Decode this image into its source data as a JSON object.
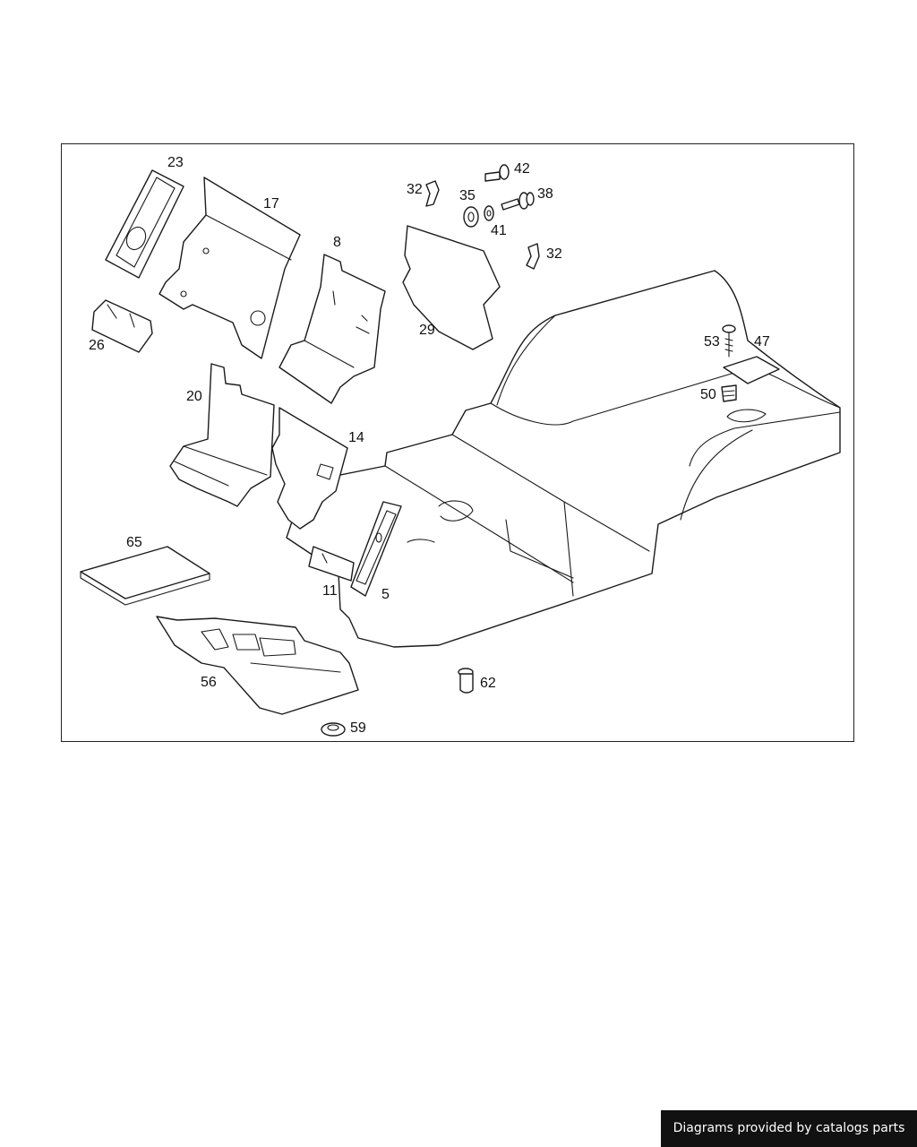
{
  "diagram": {
    "callouts": {
      "c5": "5",
      "c8": "8",
      "c11": "11",
      "c14": "14",
      "c17": "17",
      "c20": "20",
      "c23": "23",
      "c26": "26",
      "c29": "29",
      "c32a": "32",
      "c32b": "32",
      "c35": "35",
      "c38": "38",
      "c41": "41",
      "c42": "42",
      "c47": "47",
      "c50": "50",
      "c53": "53",
      "c56": "56",
      "c59": "59",
      "c62": "62",
      "c65": "65"
    }
  },
  "footer": {
    "credit": "Diagrams provided by catalogs parts"
  }
}
